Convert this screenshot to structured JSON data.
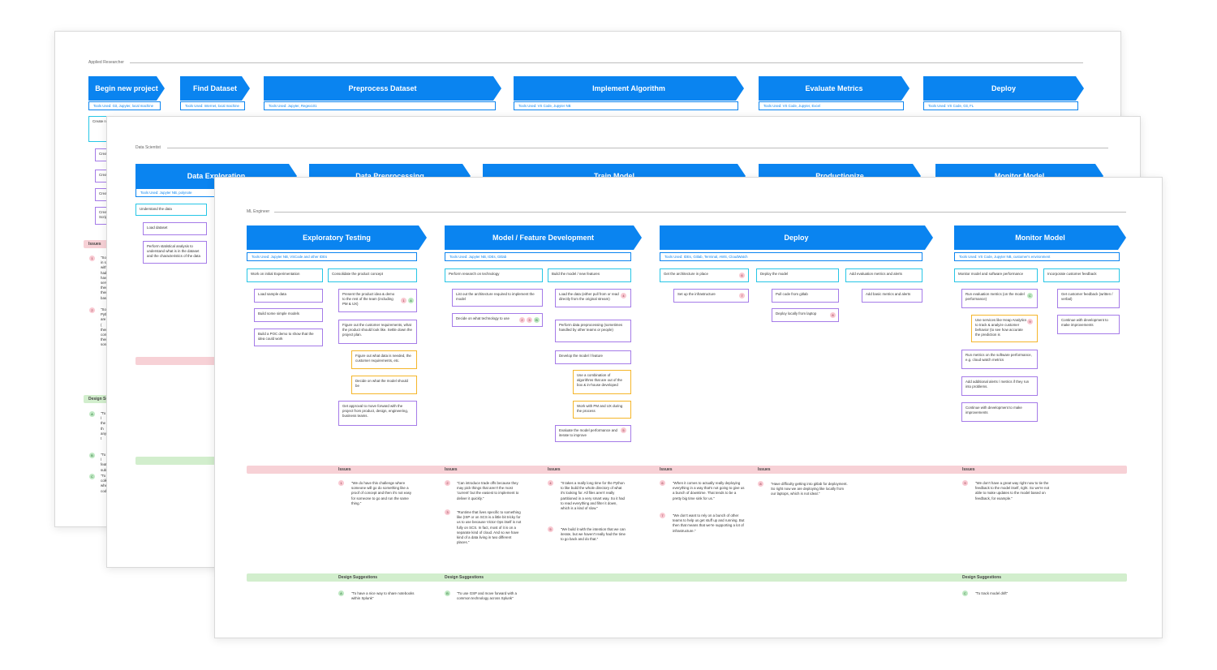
{
  "sheet1": {
    "role": "Applied Researcher",
    "stages": [
      {
        "title": "Begin new project",
        "tools": "Tools Used: Git, Jupyter, local machine"
      },
      {
        "title": "Find Dataset",
        "tools": "Tools Used: Internet, local machine"
      },
      {
        "title": "Preprocess Dataset",
        "tools": "Tools Used: Jupyter, Regex101"
      },
      {
        "title": "Implement Algorithm",
        "tools": "Tools Used: VS Code, Jupyter NB"
      },
      {
        "title": "Evaluate Metrics",
        "tools": "Tools Used: VS Code, Jupyter, Excel"
      },
      {
        "title": "Deploy",
        "tools": "Tools Used: VS Code, Git, FL"
      }
    ],
    "peek_notes": [
      "Create ne",
      "Creat",
      "Creat",
      "Creat",
      "Creat Scrip"
    ],
    "issues_label": "Issues",
    "design_label": "Design Suggestion",
    "peek_quotes": [
      {
        "tag": "1",
        "text": "\"Som in s with had have serv ther ther bas"
      },
      {
        "tag": "2",
        "text": "\"Som Pyth are ( ther com then son"
      },
      {
        "tag": "A",
        "text": "\"To l the th any t"
      },
      {
        "tag": "B",
        "text": "\"To l feat sub"
      },
      {
        "tag": "C",
        "text": "\"To colk whe cod"
      }
    ]
  },
  "sheet2": {
    "role": "Data Scientist",
    "stages": [
      {
        "title": "Data Exploration",
        "tools": "Tools Used: Jupyter NB, polynote"
      },
      {
        "title": "Data Preprocessing"
      },
      {
        "title": "Train Model"
      },
      {
        "title": "Productionize"
      },
      {
        "title": "Monitor Model"
      }
    ],
    "notes": [
      "Understand the data",
      "Load dataset",
      "Perform statistical analysis to understand what is in the dataset and the characteristics of the data"
    ]
  },
  "sheet3": {
    "role": "ML Engineer",
    "stages": [
      {
        "title": "Exploratory Testing",
        "tools": "Tools Used: Jupyter NB, VSCode and other IDEs"
      },
      {
        "title": "Model / Feature Development",
        "tools": "Tools Used: Jupyter NB, IDEs, Gitlab"
      },
      {
        "title": "Deploy",
        "tools": "Tools Used: IDEs, Gitlab, Terminal, AWS, CloudWatch"
      },
      {
        "title": "Monitor Model",
        "tools": "Tools Used: VS Code, Jupyter NB, customer's environment"
      }
    ],
    "tasks": {
      "t1": "Work on initial Experimentation",
      "t2": "Consolidate the product concept",
      "t3": "Perform research on technology",
      "t4": "Build the model / new features",
      "t5": "Get the architecture in place",
      "t6": "Deploy the model",
      "t7": "Add evaluation metrics and alerts",
      "t8": "Monitor model and software performance",
      "t9": "Incorporate customer feedback"
    },
    "subtasks": {
      "s1": "Load sample data",
      "s2": "Build some simple models",
      "s3": "Build a POC demo to show that the idea could work",
      "s4": "Present the product idea & demo to the rest of the team (including PM & UX)",
      "s5": "Figure out the customer requirements, what the product should look like. Settle down the project plan.",
      "s6": "Figure out what data is needed, the customer requirements, etc.",
      "s7": "Decide on what the model should be",
      "s8": "Get approval to move forward with the project from product, design, engineering, business teams.",
      "s9": "List out the architecture required to implement the model",
      "s10": "Decide on what technology to use",
      "s11": "Load the data (either pull from or read directly from the original stream)",
      "s12": "Perform data preprocessing (sometimes handled by other teams or people)",
      "s13": "Develop the model / feature",
      "s14": "Use a combination of algorithms that are out of the box & in-house developed",
      "s15": "Work with PM and UX during the process",
      "s16": "Evaluate the model performance and iterate to improve",
      "s17": "Set up the infrastructure",
      "s18": "Pull code from gitlab",
      "s19": "Deploy locally from laptop",
      "s20": "Add basic metrics and alerts",
      "s21": "Run evaluation metrics (on the model performance)",
      "s22": "Use services like Heap Analytics to track & analyze customer behavior (to see how accurate the prediction is",
      "s23": "Run metrics on the software performance, e.g. cloud watch metrics",
      "s24": "Add additional alerts / metrics if they run into problems.",
      "s25": "Continue with development to make improvements",
      "s26": "Get customer feedback (written / verbal)",
      "s27": "Continue with development to make improvements"
    },
    "tag_labels": {
      "n1": "1",
      "n2": "2",
      "n3": "3",
      "n4": "4",
      "n5": "5",
      "n6": "6",
      "n7": "7",
      "n8": "8",
      "n9": "9",
      "A": "A",
      "B": "B",
      "C": "C"
    },
    "issues_label": "Issues",
    "design_label": "Design Suggestions",
    "issue_quotes": [
      {
        "tag": "1",
        "text": "\"We do have this challenge where someone will go do something like a proof of concept and then it's not easy for someone to go and run the same thing.\""
      },
      {
        "tag": "2",
        "text": "\"Can introduce trade offs because they may pick things that aren't the most 'current' but the easiest to implement to deliver it quickly.\""
      },
      {
        "tag": "3",
        "text": "\"Runtime that lives specific to something like (ISP or on SCS is a little bit tricky for us to use because Victor Ops itself is not fully on SCS. In fact, most of it is on a separate kind of cloud. And so we have kind of a data living in two different places.\""
      },
      {
        "tag": "4",
        "text": "\"It takes a really long time for the Python to like build the whole directory of what it's looking for. All files aren't really partitioned in a very smart way. So it had to read everything and filter it down, which is a kind of slow.\""
      },
      {
        "tag": "5",
        "text": "\"We build it with the intention that we can iterate, but we haven't really had the time to go back and do that.\""
      },
      {
        "tag": "6",
        "text": "\"When it comes to actually really deploying everything in a way that's not going to give us a bunch of downtime. That tends to be a pretty big time sink for us.\""
      },
      {
        "tag": "7",
        "text": "\"We don't want to rely on a bunch of other teams to help us get stuff up and running. But then that means that we're supporting a lot of infrastructure.\""
      },
      {
        "tag": "8",
        "text": "\"Have difficulty getting into gitlab for deployment. So right now we are deploying like locally from our laptops, which is not ideal.\""
      },
      {
        "tag": "9",
        "text": "\"We don't have a great way right now to tie the feedback to the model itself, right. So we're not able to make updates to the model based on feedback, for example.\""
      }
    ],
    "design_quotes": [
      {
        "tag": "A",
        "text": "\"To have a nice way to share notebooks within Splunk\""
      },
      {
        "tag": "B",
        "text": "\"To use GSP and move forward with a common technology across Splunk\""
      },
      {
        "tag": "C",
        "text": "\"To track model drift\""
      }
    ]
  }
}
